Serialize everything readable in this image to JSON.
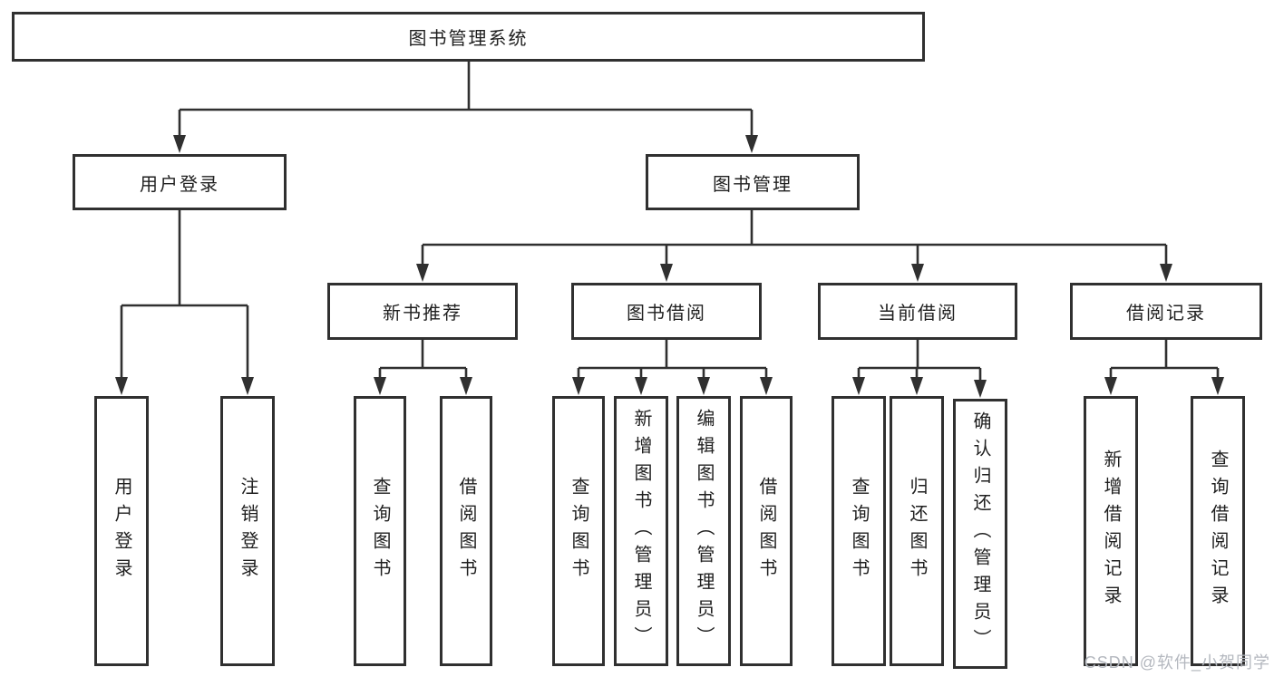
{
  "colors": {
    "line": "#303030",
    "text": "#1f1f1f",
    "watermark": "#b4b8bf",
    "background": "#ffffff"
  },
  "watermark": "CSDN @软件_小贺同学",
  "tree": {
    "root": {
      "label": "图书管理系统",
      "children": [
        {
          "label": "用户登录",
          "children": [
            {
              "label": "用户登录"
            },
            {
              "label": "注销登录"
            }
          ]
        },
        {
          "label": "图书管理",
          "children": [
            {
              "label": "新书推荐",
              "children": [
                {
                  "label": "查询图书"
                },
                {
                  "label": "借阅图书"
                }
              ]
            },
            {
              "label": "图书借阅",
              "children": [
                {
                  "label": "查询图书"
                },
                {
                  "label": "新增图书（管理员）"
                },
                {
                  "label": "编辑图书（管理员）"
                },
                {
                  "label": "借阅图书"
                }
              ]
            },
            {
              "label": "当前借阅",
              "children": [
                {
                  "label": "查询图书"
                },
                {
                  "label": "归还图书"
                },
                {
                  "label": "确认归还（管理员）"
                }
              ]
            },
            {
              "label": "借阅记录",
              "children": [
                {
                  "label": "新增借阅记录"
                },
                {
                  "label": "查询借阅记录"
                }
              ]
            }
          ]
        }
      ]
    }
  }
}
